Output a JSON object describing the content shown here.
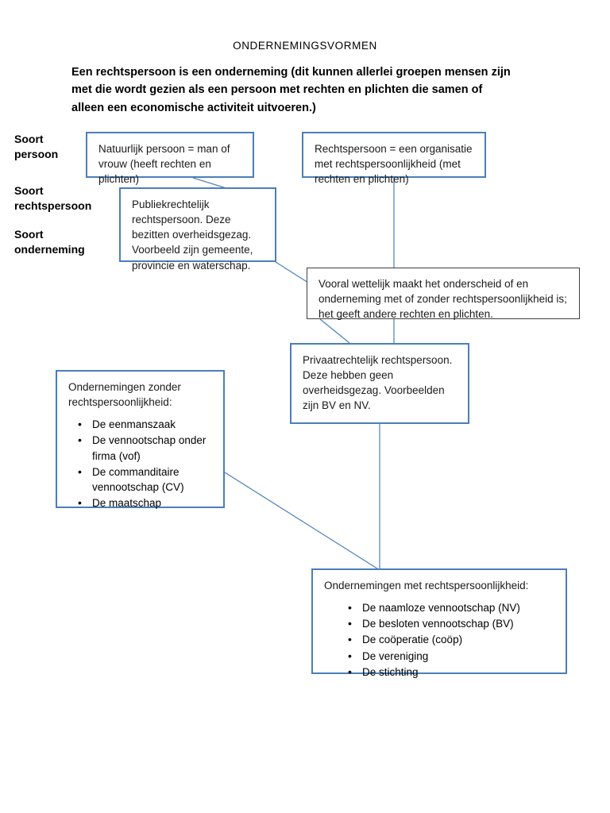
{
  "document": {
    "title": "ONDERNEMINGSVORMEN",
    "intro": "Een rechtspersoon is een onderneming (dit kunnen allerlei groepen mensen zijn met die wordt gezien als een persoon met rechten en plichten die samen of alleen een  economische activiteit uitvoeren.)"
  },
  "side_labels": [
    {
      "line1": "Soort",
      "line2": "persoon"
    },
    {
      "line1": "Soort",
      "line2": "rechtspersoon"
    },
    {
      "line1": "Soort",
      "line2": "onderneming"
    }
  ],
  "nodes": {
    "natuurlijk_persoon": {
      "text": "Natuurlijk persoon = man of vrouw (heeft rechten en plichten)"
    },
    "rechtspersoon": {
      "text": "Rechtspersoon = een organisatie met rechtspersoonlijkheid (met rechten en plichten)"
    },
    "publiekrechtelijk": {
      "text": "Publiekrechtelijk rechtspersoon. Deze bezitten overheidsgezag. Voorbeeld zijn gemeente, provincie en waterschap."
    },
    "vooral_wettelijk": {
      "text": "Vooral wettelijk maakt het onderscheid of en onderneming met of zonder rechtspersoonlijkheid is; het geeft andere rechten en plichten."
    },
    "privaatrechtelijk": {
      "text": "Privaatrechtelijk rechtspersoon. Deze hebben geen overheidsgezag. Voorbeelden zijn BV en NV."
    },
    "zonder_rechtspersoonlijkheid": {
      "heading": "Ondernemingen zonder rechtspersoonlijkheid:",
      "items": [
        "De eenmanszaak",
        "De vennootschap onder firma (vof)",
        "De commanditaire vennootschap (CV)",
        "De maatschap"
      ]
    },
    "met_rechtspersoonlijkheid": {
      "heading": "Ondernemingen met rechtspersoonlijkheid:",
      "items": [
        "De naamloze vennootschap (NV)",
        "De besloten vennootschap (BV)",
        "De coöperatie (coöp)",
        "De vereniging",
        "De stichting"
      ]
    }
  },
  "colors": {
    "box_border_blue": "#4a7ebb",
    "box_border_dark": "#3f3f3f",
    "connector": "#4a7ebb",
    "text": "#1a1a1a",
    "background": "#ffffff"
  }
}
